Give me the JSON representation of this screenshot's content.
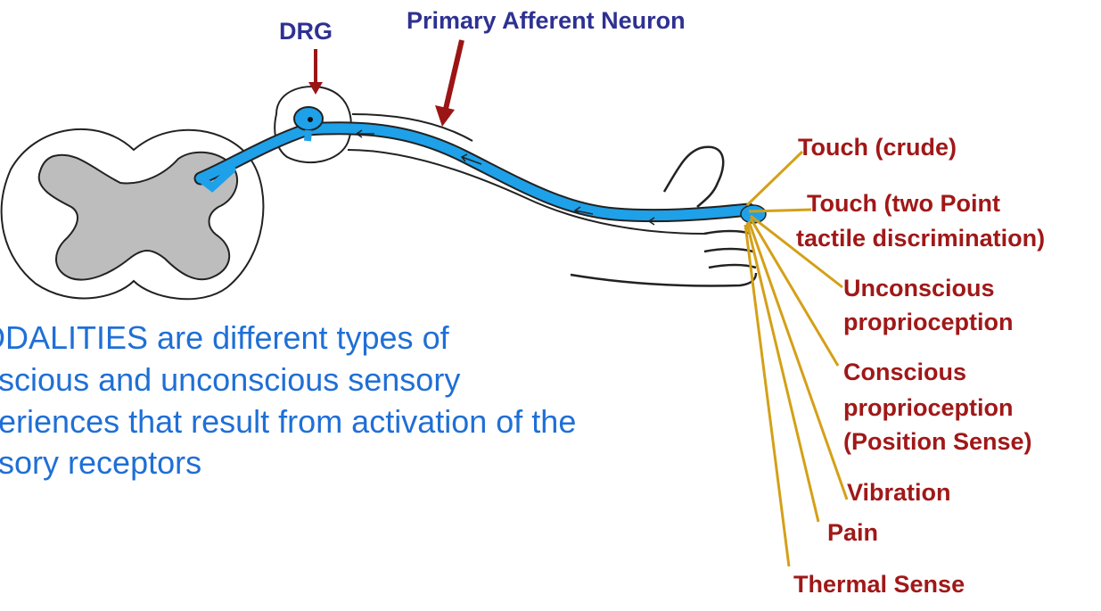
{
  "labels": {
    "drg": "DRG",
    "neuron": "Primary Afferent Neuron",
    "touch_crude": "Touch (crude)",
    "touch_two_point_1": "Touch (two Point",
    "touch_two_point_2": "tactile discrimination)",
    "unconscious_1": "Unconscious",
    "unconscious_2": "proprioception",
    "conscious_1": "Conscious",
    "conscious_2": "proprioception",
    "conscious_3": "(Position Sense)",
    "vibration": "Vibration",
    "pain": "Pain",
    "thermal": "Thermal Sense"
  },
  "description": {
    "line1": "ODALITIES are different types of",
    "line2": "nscious and unconscious sensory",
    "line3": "periences that result from activation of the",
    "line4": "nsory receptors"
  },
  "colors": {
    "neuron": "#1ea1e8",
    "gray_matter": "#bdbdbd",
    "arrow": "#9b1515",
    "receptor_lines": "#d4a017",
    "label_blue": "#2e3192",
    "label_red": "#a01818",
    "body_text": "#1f6fd6"
  }
}
